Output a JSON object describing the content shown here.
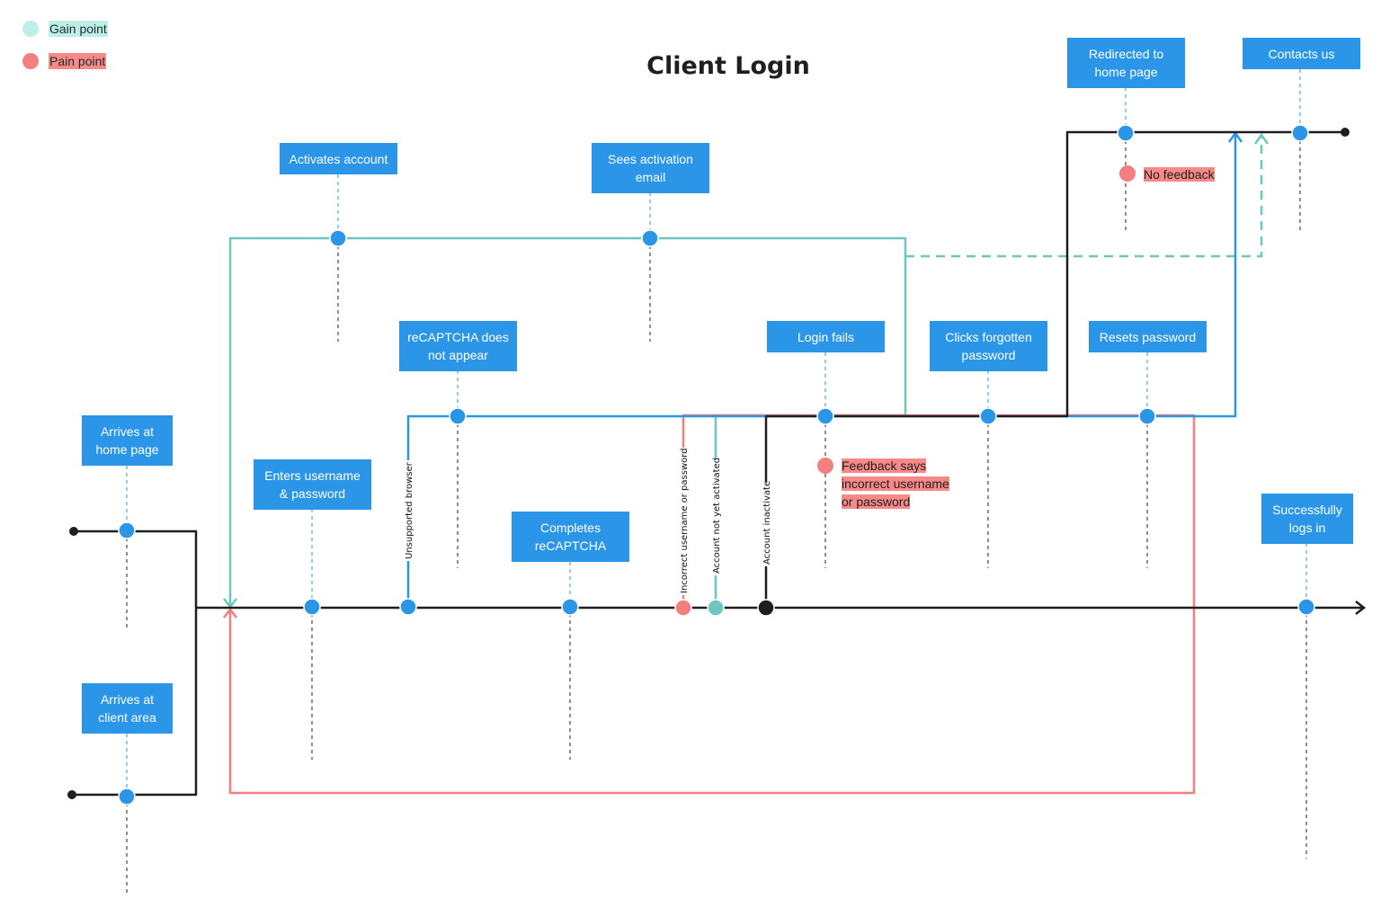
{
  "title": "Client Login",
  "legend": {
    "gain": "Gain point",
    "pain": "Pain point"
  },
  "colors": {
    "step": "#2b96e8",
    "gain": "#6fc6c0",
    "pain": "#f47f7f",
    "main_line": "#1f1f1f"
  },
  "steps": {
    "arrives_home": "Arrives at home page",
    "arrives_client": "Arrives at client area",
    "enters_credentials": "Enters username & password",
    "recaptcha_missing": "reCAPTCHA does not appear",
    "completes_recaptcha": "Completes reCAPTCHA",
    "activates_account": "Activates account",
    "sees_activation_email": "Sees activation email",
    "login_fails": "Login fails",
    "clicks_forgotten": "Clicks forgotten password",
    "resets_password": "Resets password",
    "redirected_home": "Redirected to home page",
    "contacts_us": "Contacts us",
    "logs_in": "Successfully logs in"
  },
  "branches": {
    "unsupported_browser": "Unsupported browser",
    "incorrect_credentials": "Incorrect username or password",
    "not_activated": "Account not yet activated",
    "inactivate": "Account inactivate"
  },
  "notes": {
    "no_feedback": "No feedback",
    "feedback_incorrect_1": "Feedback says",
    "feedback_incorrect_2": "incorrect username",
    "feedback_incorrect_3": "or password"
  }
}
